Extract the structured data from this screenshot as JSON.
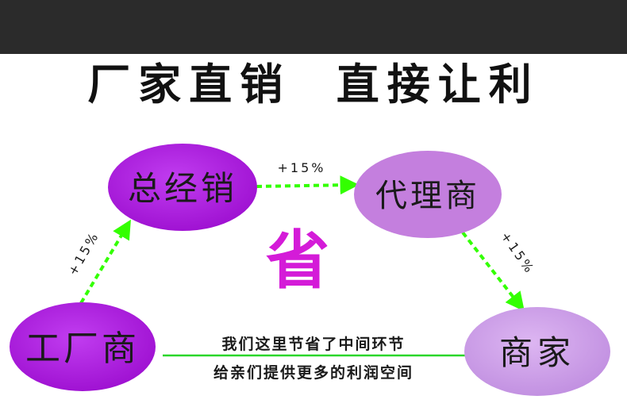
{
  "headline": {
    "left": "厂家直销",
    "right": "直接让利"
  },
  "nodes": {
    "distributor": "总经销",
    "agent": "代理商",
    "factory": "工厂商",
    "merchant": "商家"
  },
  "arrows": {
    "factory_to_distributor": "+15%",
    "distributor_to_agent": "+15%",
    "agent_to_merchant": "+15%"
  },
  "center_char": "省",
  "bottom_text": {
    "line1": "我们这里节省了中间环节",
    "line2": "给亲们提供更多的利润空间"
  },
  "colors": {
    "top_bar": "#2b2b2b",
    "node_dark": "#b317e6",
    "node_light": "#c79be4",
    "arrow_green": "#33ff00",
    "connector_green": "#2bd62b",
    "accent": "#d41bd8"
  }
}
